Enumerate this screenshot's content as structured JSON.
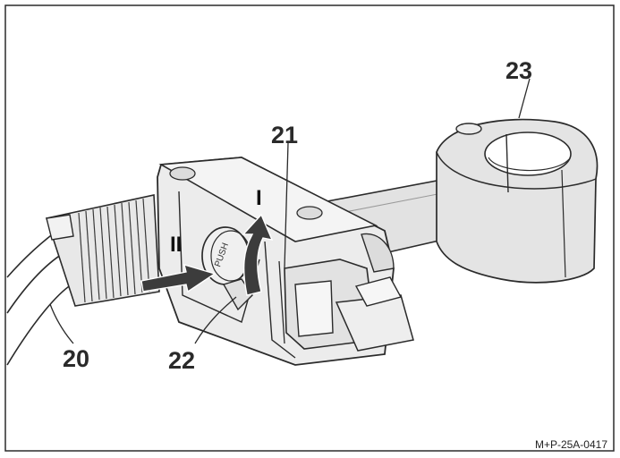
{
  "callouts": {
    "c20": "20",
    "c21": "21",
    "c22": "22",
    "c23": "23"
  },
  "arrows": {
    "step1": "I",
    "step2": "II"
  },
  "button_text": "PUSH",
  "reference_code": "M+P-25A-0417",
  "colors": {
    "frame": "#2b2b2b",
    "body_fill": "#e6e6e6",
    "body_shadow": "#cfcfcf",
    "arrow_fill": "#3c3c3c"
  }
}
